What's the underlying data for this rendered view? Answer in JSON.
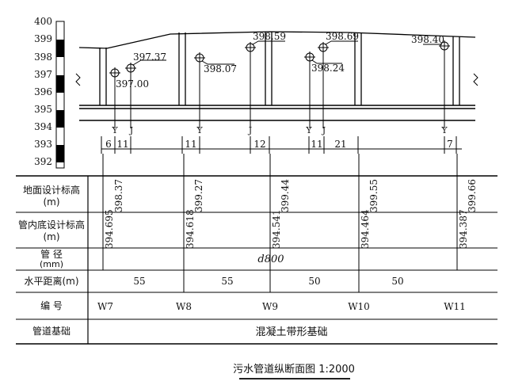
{
  "scale_bar": {
    "ticks": [
      "400",
      "399",
      "398",
      "397",
      "396",
      "395",
      "394",
      "393",
      "392"
    ]
  },
  "elevation_labels": [
    "397.37",
    "397.00",
    "398.07",
    "398.59",
    "398.24",
    "398.69",
    "398.40"
  ],
  "fitting_codes": [
    "Y",
    "J",
    "Y",
    "J",
    "Y",
    "J",
    "Y"
  ],
  "spacing_values": [
    "6",
    "11",
    "11",
    "12",
    "11",
    "21",
    "7"
  ],
  "table": {
    "row_labels": {
      "ground_line1": "地面设计标高",
      "ground_line2": "(m)",
      "invert_line1": "管内底设计标高",
      "invert_line2": "(m)",
      "pipe_dia_line1": "管 径",
      "pipe_dia_line2": "(mm)",
      "hdist": "水平距离(m)",
      "code": "编 号",
      "foundation": "管道基础"
    },
    "ground_elev": [
      "398.37",
      "399.27",
      "399.44",
      "399.55",
      "399.66"
    ],
    "invert_elev": [
      "394.695",
      "394.618",
      "394.541",
      "394.464",
      "394.387"
    ],
    "pipe_diameter": "d800",
    "distances": [
      "55",
      "55",
      "50",
      "50"
    ],
    "manholes": [
      "W7",
      "W8",
      "W9",
      "W10",
      "W11"
    ],
    "foundation_value": "混凝土带形基础"
  },
  "caption": "污水管道纵断面图 1:2000"
}
